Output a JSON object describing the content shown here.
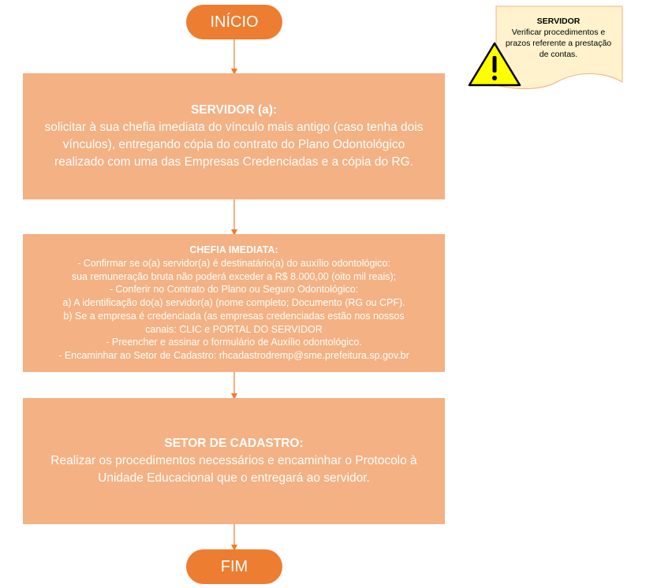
{
  "flow": {
    "start": "INÍCIO",
    "end": "FIM",
    "step1": {
      "title": "SERVIDOR (a):",
      "lines": [
        "solicitar à sua chefia imediata do vínculo mais antigo (caso tenha dois",
        "vínculos), entregando cópia do contrato do Plano Odontológico",
        "realizado com uma das Empresas Credenciadas e a cópia do RG."
      ]
    },
    "step2": {
      "title": "CHEFIA IMEDIATA:",
      "lines": [
        "- Confirmar se o(a) servidor(a) é destinatário(a) do auxílio odontológico:",
        "sua remuneração bruta não poderá exceder a R$ 8.000,00 (oito mil reais);",
        "- Conferir no Contrato do Plano ou Seguro Odontológico:",
        "a)  A identificação do(a) servidor(a) (nome completo; Documento (RG ou CPF).",
        "b)  Se a empresa é credenciada (as empresas credenciadas estão nos nossos",
        "canais: CLIC e PORTAL DO SERVIDOR",
        "- Preencher e assinar o formulário de Auxílio odontológico.",
        "- Encaminhar ao Setor de Cadastro: rhcadastrodremp@sme.prefeitura.sp.gov.br"
      ]
    },
    "step3": {
      "title": "SETOR DE CADASTRO:",
      "lines": [
        "Realizar os procedimentos necessários e encaminhar o Protocolo à",
        "Unidade Educacional que o entregará ao servidor."
      ]
    }
  },
  "note": {
    "title": "SERVIDOR",
    "lines": [
      "Verificar procedimentos e",
      "prazos referente a prestação",
      "de contas."
    ],
    "icon": "warning-icon",
    "colors": {
      "terminal": "#ED7D31",
      "process": "#F4B183",
      "note_fill": "#FFF2CC",
      "note_border": "#F4B183",
      "warning": "#FFFF00"
    }
  }
}
